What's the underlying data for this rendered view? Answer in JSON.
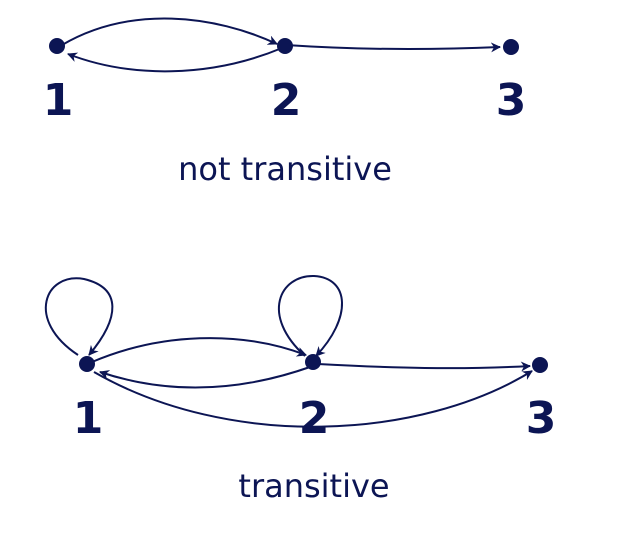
{
  "colors": {
    "ink": "#0c1554",
    "background": "#ffffff"
  },
  "diagrams": [
    {
      "caption": "not transitive",
      "nodes": [
        {
          "id": "1",
          "label": "1"
        },
        {
          "id": "2",
          "label": "2"
        },
        {
          "id": "3",
          "label": "3"
        }
      ],
      "edges": [
        {
          "from": "1",
          "to": "2"
        },
        {
          "from": "2",
          "to": "1"
        },
        {
          "from": "2",
          "to": "3"
        }
      ]
    },
    {
      "caption": "transitive",
      "nodes": [
        {
          "id": "1",
          "label": "1"
        },
        {
          "id": "2",
          "label": "2"
        },
        {
          "id": "3",
          "label": "3"
        }
      ],
      "edges": [
        {
          "from": "1",
          "to": "1"
        },
        {
          "from": "2",
          "to": "2"
        },
        {
          "from": "1",
          "to": "2"
        },
        {
          "from": "2",
          "to": "1"
        },
        {
          "from": "2",
          "to": "3"
        },
        {
          "from": "1",
          "to": "3"
        }
      ]
    }
  ]
}
